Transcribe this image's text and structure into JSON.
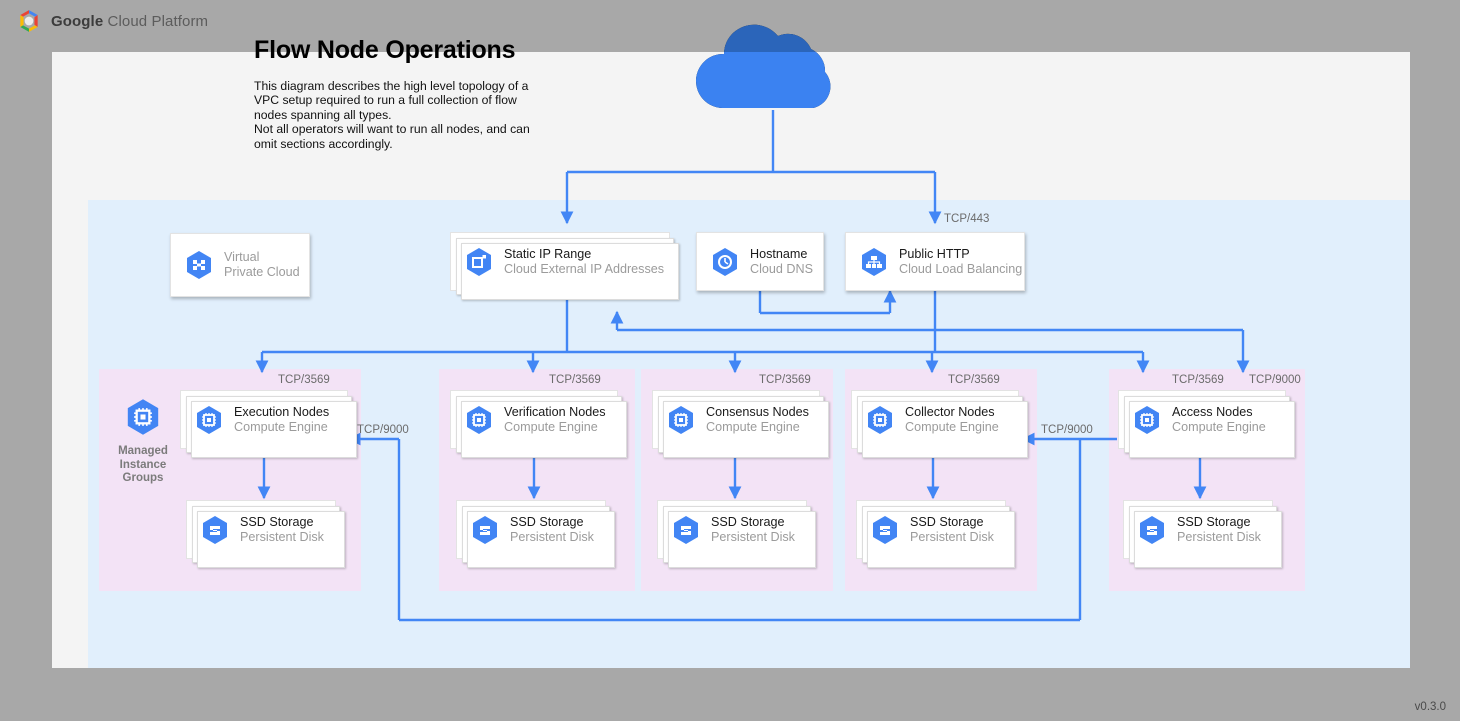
{
  "header": {
    "brand_bold": "Google",
    "brand_rest": " Cloud Platform",
    "logo_icon": "gcp-hexagon-logo"
  },
  "diagram": {
    "title": "Flow Node Operations",
    "description": "This diagram describes the high level topology of a VPC setup required to run a full collection of flow nodes spanning all types.\nNot all operators will want to run all nodes, and can omit sections accordingly.",
    "version": "v0.3.0",
    "internet_icon": "cloud-icon"
  },
  "colors": {
    "accent_blue": "#4285f4",
    "wire_blue": "#4286f5",
    "vpc_bg": "#e1effc",
    "group_pink": "#f3e3f6",
    "canvas_bg": "#f4f4f4",
    "page_bg": "#a8a8a8",
    "cloud_light": "#3b82f1",
    "cloud_dark": "#2b65ba"
  },
  "top_nodes": [
    {
      "id": "vpc",
      "title": "Virtual",
      "subtitle": "Private Cloud",
      "icon": "virtual-private-cloud-icon",
      "stacked": false,
      "muted": true
    },
    {
      "id": "static-ip",
      "title": "Static IP Range",
      "subtitle": "Cloud External IP Addresses",
      "icon": "static-ip-icon",
      "stacked": true,
      "muted": false
    },
    {
      "id": "hostname",
      "title": "Hostname",
      "subtitle": "Cloud DNS",
      "icon": "cloud-dns-icon",
      "stacked": false,
      "muted": false
    },
    {
      "id": "public-http",
      "title": "Public HTTP",
      "subtitle": "Cloud Load Balancing",
      "icon": "load-balancer-icon",
      "stacked": false,
      "muted": false
    }
  ],
  "group_label": {
    "line1": "Managed",
    "line2": "Instance",
    "line3": "Groups",
    "icon": "managed-instance-groups-icon"
  },
  "node_columns": [
    {
      "id": "execution",
      "node_title": "Execution Nodes",
      "node_subtitle": "Compute Engine",
      "storage_title": "SSD Storage",
      "storage_subtitle": "Persistent Disk",
      "node_icon": "compute-engine-icon",
      "storage_icon": "persistent-disk-icon"
    },
    {
      "id": "verification",
      "node_title": "Verification Nodes",
      "node_subtitle": "Compute Engine",
      "storage_title": "SSD Storage",
      "storage_subtitle": "Persistent Disk",
      "node_icon": "compute-engine-icon",
      "storage_icon": "persistent-disk-icon"
    },
    {
      "id": "consensus",
      "node_title": "Consensus Nodes",
      "node_subtitle": "Compute Engine",
      "storage_title": "SSD Storage",
      "storage_subtitle": "Persistent Disk",
      "node_icon": "compute-engine-icon",
      "storage_icon": "persistent-disk-icon"
    },
    {
      "id": "collector",
      "node_title": "Collector Nodes",
      "node_subtitle": "Compute Engine",
      "storage_title": "SSD Storage",
      "storage_subtitle": "Persistent Disk",
      "node_icon": "compute-engine-icon",
      "storage_icon": "persistent-disk-icon"
    },
    {
      "id": "access",
      "node_title": "Access Nodes",
      "node_subtitle": "Compute Engine",
      "storage_title": "SSD Storage",
      "storage_subtitle": "Persistent Disk",
      "node_icon": "compute-engine-icon",
      "storage_icon": "persistent-disk-icon"
    }
  ],
  "port_labels": [
    {
      "id": "https-lb",
      "text": "TCP/443"
    },
    {
      "id": "execution-ingress",
      "text": "TCP/3569"
    },
    {
      "id": "verification-ingress",
      "text": "TCP/3569"
    },
    {
      "id": "consensus-ingress",
      "text": "TCP/3569"
    },
    {
      "id": "collector-ingress",
      "text": "TCP/3569"
    },
    {
      "id": "access-ingress",
      "text": "TCP/3569"
    },
    {
      "id": "access-9000",
      "text": "TCP/9000"
    },
    {
      "id": "access-to-collector",
      "text": "TCP/9000"
    },
    {
      "id": "access-to-execution",
      "text": "TCP/9000"
    }
  ]
}
